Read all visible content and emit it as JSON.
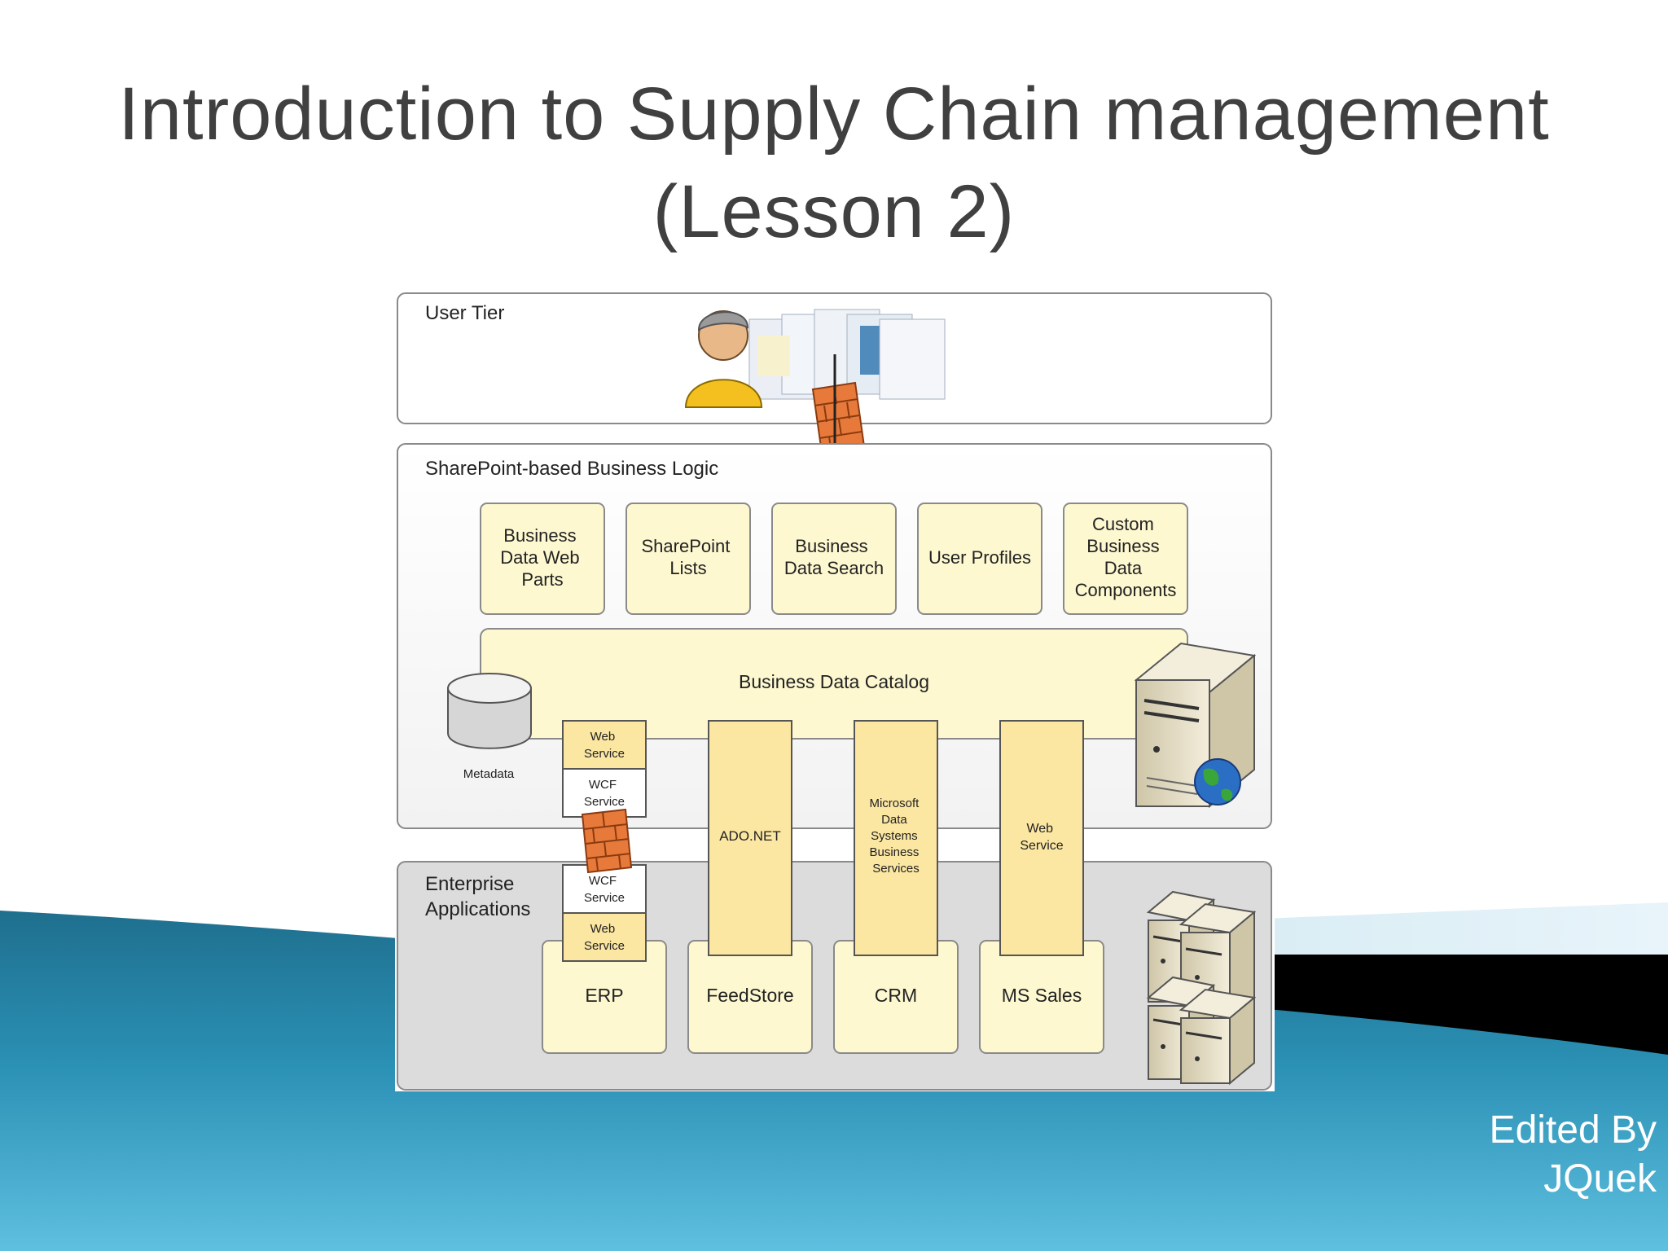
{
  "slide": {
    "title_line1": "Introduction to Supply Chain management",
    "title_line2": "(Lesson 2)",
    "credit_line1": "Edited By",
    "credit_line2": "JQuek"
  },
  "colors": {
    "panel_border": "#8a8a8a",
    "component_fill": "#fdf8d0",
    "connector_fill": "#fbe6a2",
    "accent_teal": "#1e7fa0",
    "title_text": "#404040"
  },
  "diagram": {
    "user_tier_label": "User Tier",
    "logic_tier_label": "SharePoint-based Business Logic",
    "enterprise_label_line1": "Enterprise",
    "enterprise_label_line2": "Applications",
    "components": [
      {
        "lines": [
          "Business",
          "Data Web",
          "Parts"
        ]
      },
      {
        "lines": [
          "SharePoint",
          "Lists"
        ]
      },
      {
        "lines": [
          "Business",
          "Data Search"
        ]
      },
      {
        "lines": [
          "User Profiles"
        ]
      },
      {
        "lines": [
          "Custom",
          "Business",
          "Data",
          "Components"
        ]
      }
    ],
    "catalog_label": "Business Data Catalog",
    "metadata_label": "Metadata",
    "web_service_top": [
      "Web",
      "Service"
    ],
    "wcf_service_top": [
      "WCF",
      "Service"
    ],
    "wcf_service_bottom": [
      "WCF",
      "Service"
    ],
    "web_service_bottom": [
      "Web",
      "Service"
    ],
    "connectors": [
      {
        "lines": [
          "ADO.NET"
        ]
      },
      {
        "lines": [
          "Microsoft",
          "Data",
          "Systems",
          "Business",
          "Services"
        ]
      },
      {
        "lines": [
          "Web",
          "Service"
        ]
      }
    ],
    "apps": [
      {
        "label": "ERP"
      },
      {
        "label": "FeedStore"
      },
      {
        "label": "CRM"
      },
      {
        "label": "MS Sales"
      }
    ],
    "icons": [
      "user-icon",
      "firewall-icon",
      "database-icon",
      "server-globe-icon",
      "server-cluster-icon"
    ]
  }
}
